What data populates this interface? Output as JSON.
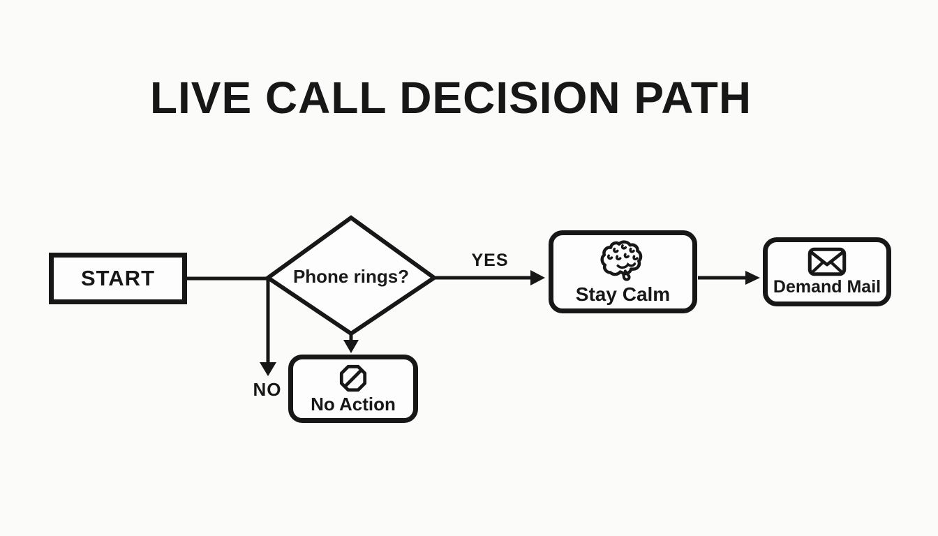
{
  "title": "LIVE CALL DECISION PATH",
  "colors": {
    "ink": "#171717",
    "background": "#fbfbfa",
    "node_fill": "#fdfdfd"
  },
  "flowchart": {
    "start": {
      "label": "START"
    },
    "decision": {
      "label": "Phone rings?"
    },
    "edges": {
      "yes_label": "YES",
      "no_label": "NO"
    },
    "nodes": {
      "stay_calm": {
        "label": "Stay Calm",
        "icon": "brain-icon"
      },
      "demand_mail": {
        "label": "Demand Mail",
        "icon": "envelope-icon"
      },
      "no_action": {
        "label": "No Action",
        "icon": "prohibition-icon"
      }
    }
  }
}
